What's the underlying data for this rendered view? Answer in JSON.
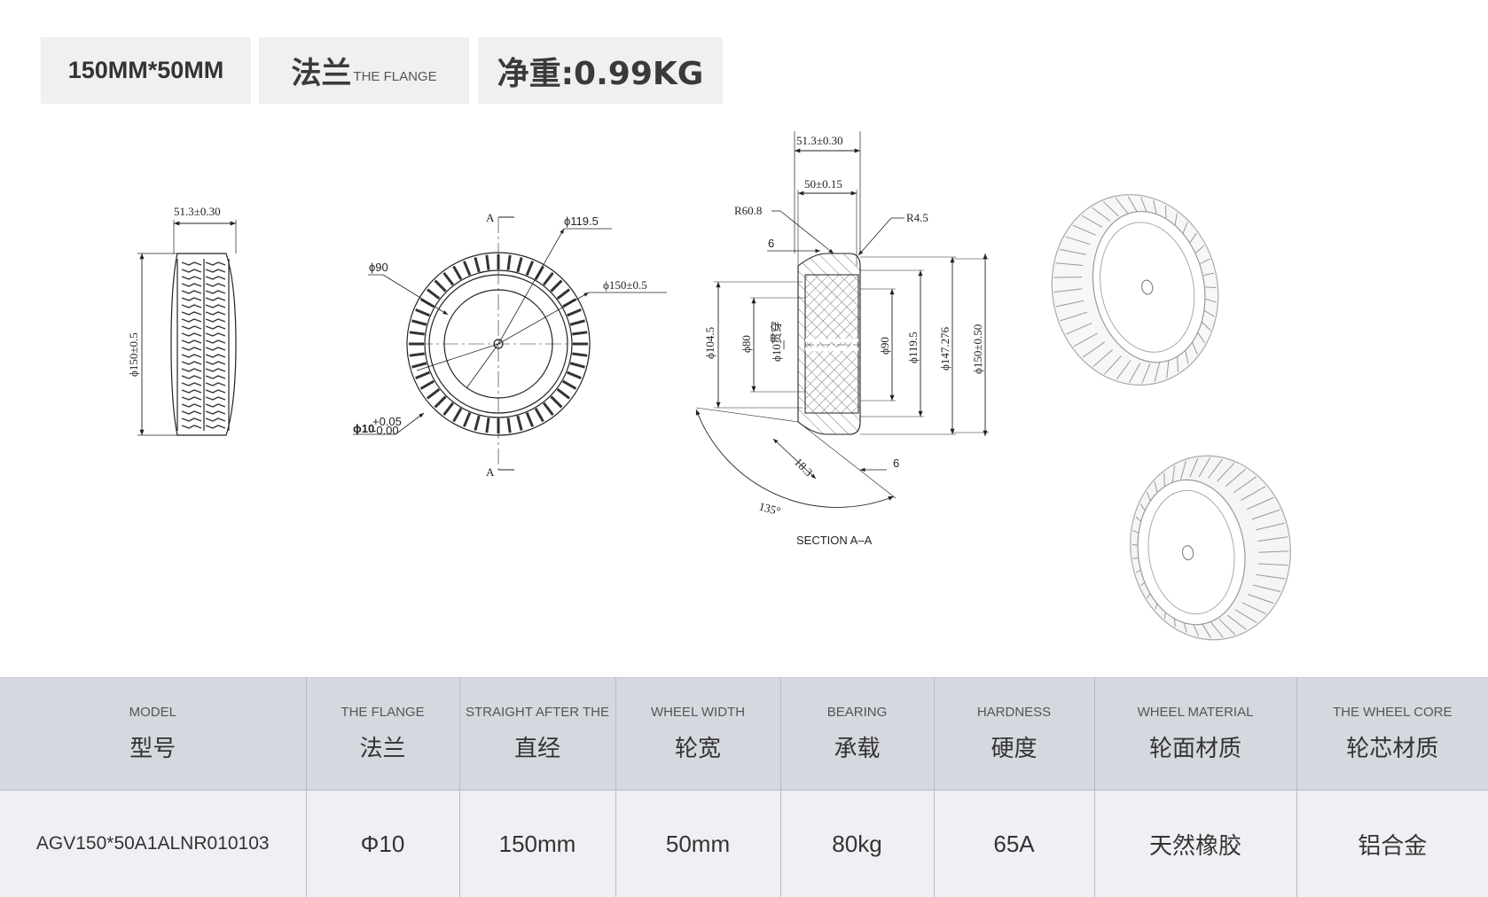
{
  "tags": {
    "size": "150MM*50MM",
    "flange_zh": "法兰",
    "flange_en": "THE FLANGE",
    "weight": "净重:0.99KG"
  },
  "drawing": {
    "side": {
      "width": "51.3±0.30",
      "diameter": "ϕ150±0.5"
    },
    "front": {
      "d1195": "ϕ119.5",
      "d90": "ϕ90",
      "d150": "ϕ150±0.5",
      "bore": "ϕ10",
      "bore_tol_up": "+0.05",
      "bore_tol_dn": "-0.00",
      "section_mark": "A"
    },
    "section": {
      "w1": "51.3±0.30",
      "w2": "50±0.15",
      "r1": "R60.8",
      "r2": "R4.5",
      "six_top": "6",
      "six_bottom": "6",
      "d1045": "ϕ104.5",
      "d80": "ϕ80",
      "d10": "ϕ10贯穿",
      "d90": "ϕ90",
      "d1195": "ϕ119.5",
      "d147": "ϕ147.276",
      "d150": "ϕ150±0.50",
      "len183": "18.3",
      "angle": "135°",
      "caption": "SECTION A–A"
    }
  },
  "table": {
    "headers": [
      {
        "en": "MODEL",
        "zh": "型号"
      },
      {
        "en": "THE FLANGE",
        "zh": "法兰"
      },
      {
        "en": "STRAIGHT AFTER THE",
        "zh": "直经"
      },
      {
        "en": "WHEEL WIDTH",
        "zh": "轮宽"
      },
      {
        "en": "BEARING",
        "zh": "承载"
      },
      {
        "en": "HARDNESS",
        "zh": "硬度"
      },
      {
        "en": "WHEEL MATERIAL",
        "zh": "轮面材质"
      },
      {
        "en": "THE WHEEL CORE",
        "zh": "轮芯材质"
      }
    ],
    "row": [
      "AGV150*50A1ALNR010103",
      "Φ10",
      "150mm",
      "50mm",
      "80kg",
      "65A",
      "天然橡胶",
      "铝合金"
    ]
  }
}
